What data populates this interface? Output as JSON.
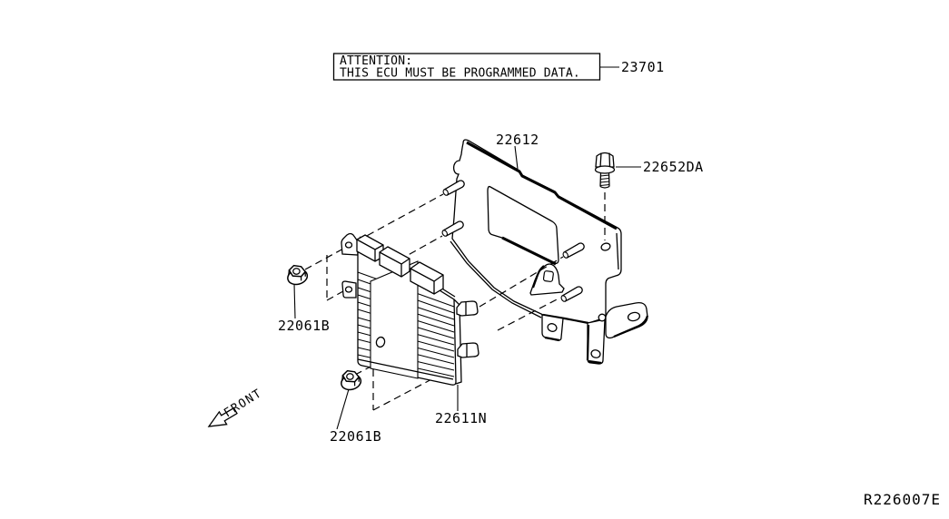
{
  "canvas": {
    "background": "#ffffff",
    "line_color": "#000000"
  },
  "attention_box": {
    "line1": "ATTENTION:",
    "line2": "THIS ECU MUST BE PROGRAMMED DATA.",
    "part_ref": "23701"
  },
  "labels": {
    "bracket": "22612",
    "bolt": "22652DA",
    "nut_upper": "22061B",
    "nut_lower": "22061B",
    "ecu": "22611N"
  },
  "front_indicator": "FRONT",
  "reference_code": "R226007E"
}
